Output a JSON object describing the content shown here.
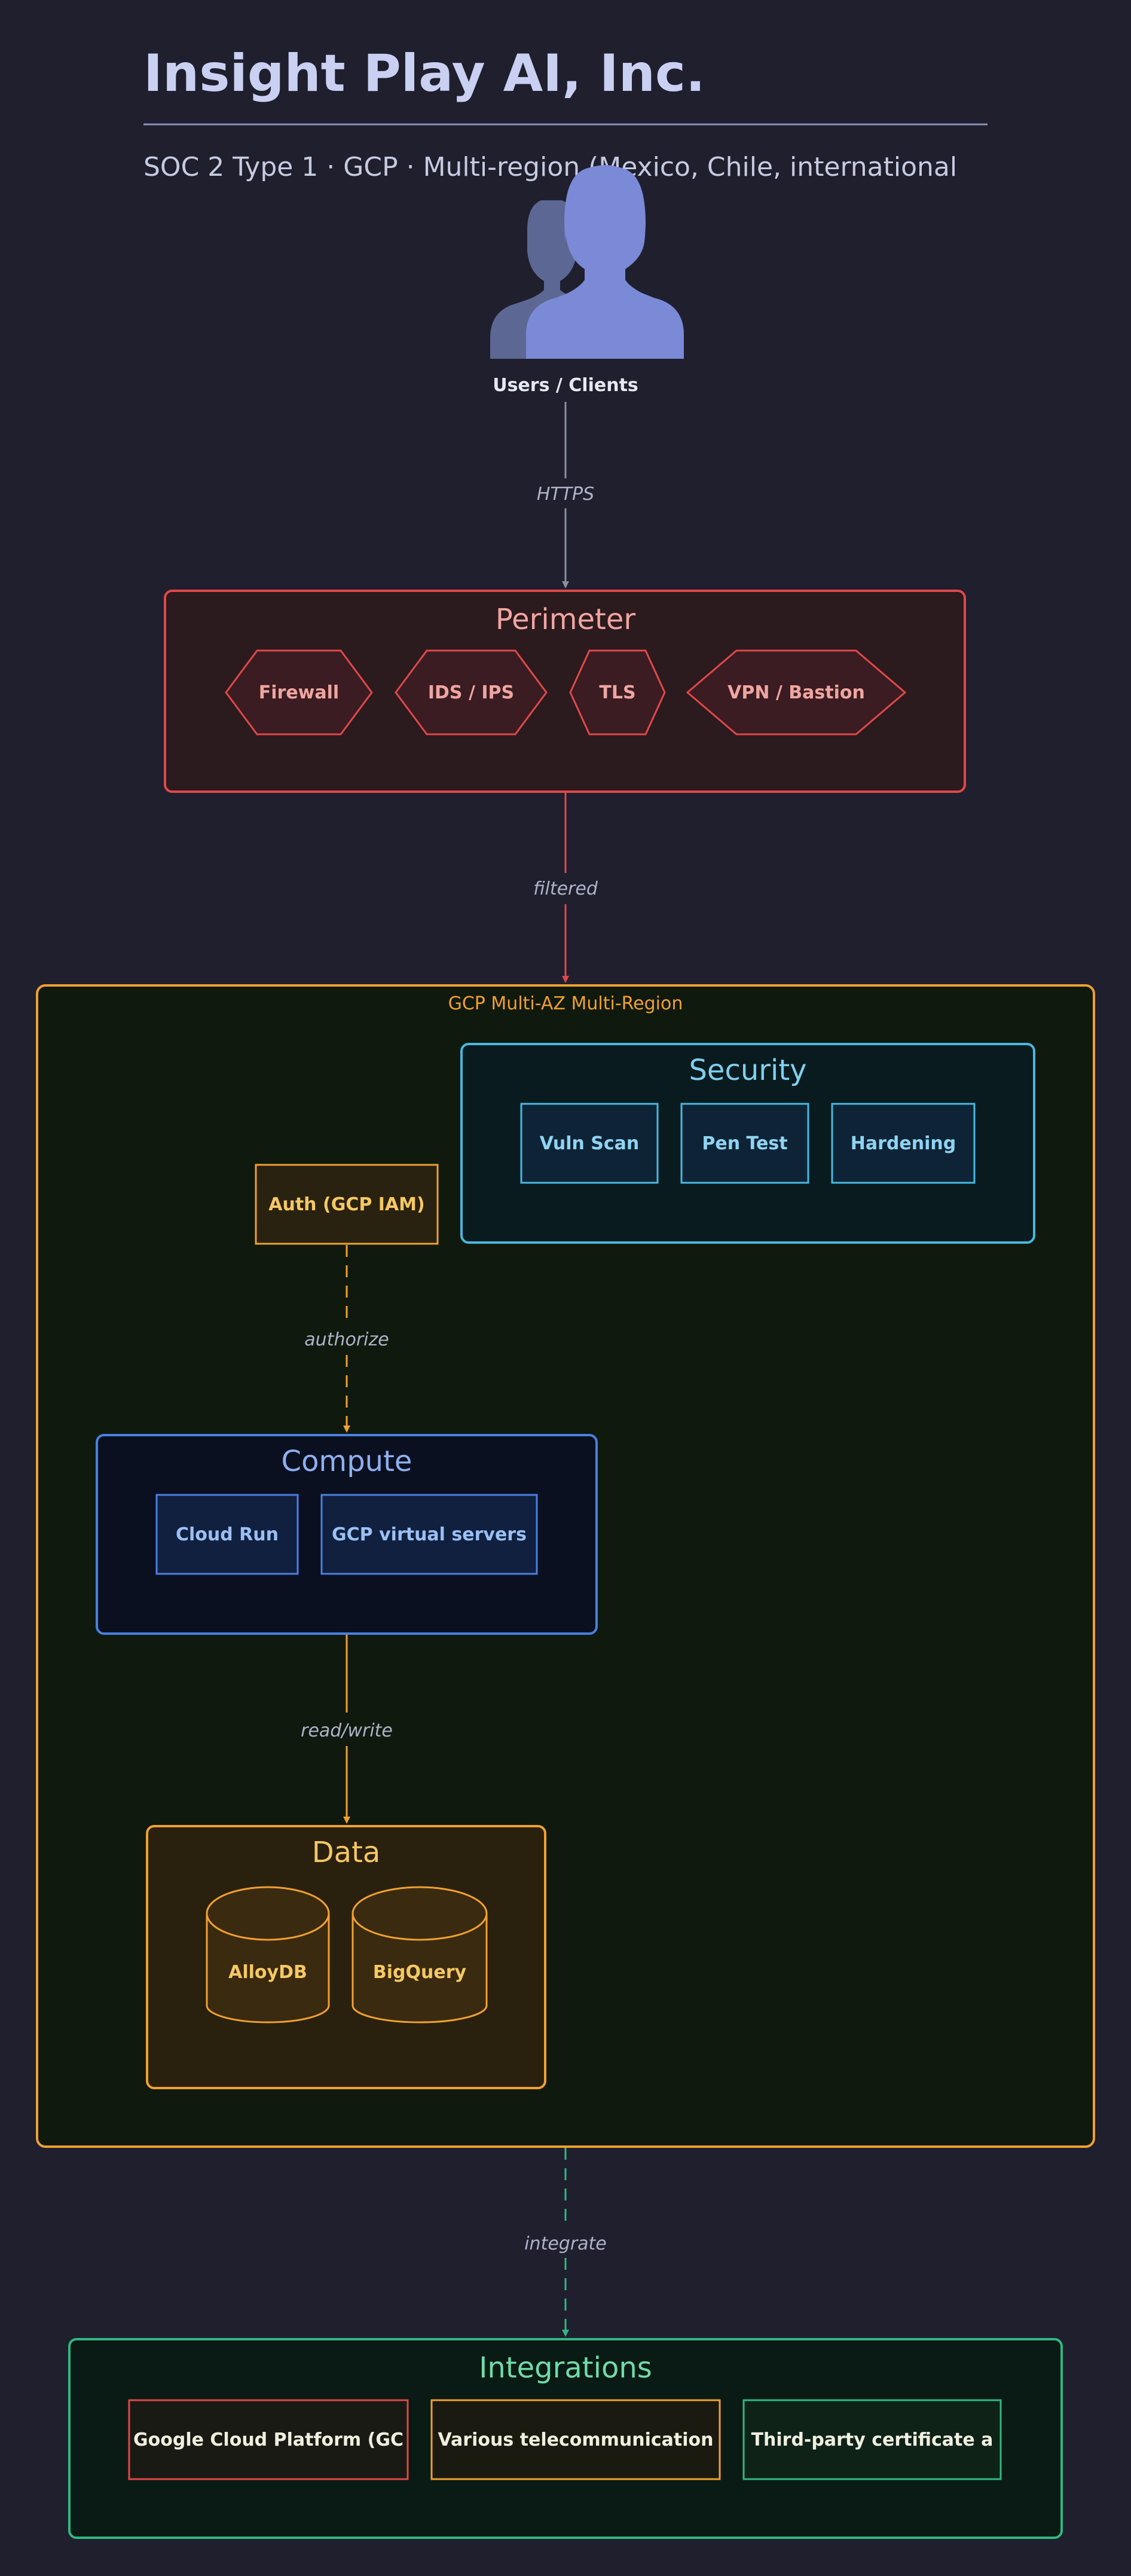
{
  "title": "Insight Play AI, Inc.",
  "subtitle": "SOC 2 Type 1 · GCP · Multi-region (Mexico, Chile, international",
  "users": {
    "label": "Users / Clients",
    "icon": "users-icon"
  },
  "edges": {
    "https": "HTTPS",
    "filtered": "filtered",
    "authorize": "authorize",
    "readwrite": "read/write",
    "integrate": "integrate"
  },
  "perimeter": {
    "title": "Perimeter",
    "items": [
      "Firewall",
      "IDS / IPS",
      "TLS",
      "VPN / Bastion"
    ]
  },
  "region": {
    "title": "GCP Multi-AZ Multi-Region"
  },
  "security": {
    "title": "Security",
    "items": [
      "Vuln Scan",
      "Pen Test",
      "Hardening"
    ]
  },
  "auth": {
    "label": "Auth (GCP IAM)"
  },
  "compute": {
    "title": "Compute",
    "items": [
      "Cloud Run",
      "GCP virtual servers"
    ]
  },
  "data": {
    "title": "Data",
    "items": [
      "AlloyDB",
      "BigQuery"
    ]
  },
  "integrations": {
    "title": "Integrations",
    "items": [
      "Google Cloud Platform (GC",
      "Various telecommunication",
      "Third-party certificate a"
    ]
  },
  "colors": {
    "background": "#1f1f2e",
    "perimeter": "#e04848",
    "region": "#f0a030",
    "security": "#48b8e0",
    "compute": "#4a80e0",
    "data": "#f0a030",
    "integrations": "#30b880",
    "users": "#7b8ad6"
  }
}
